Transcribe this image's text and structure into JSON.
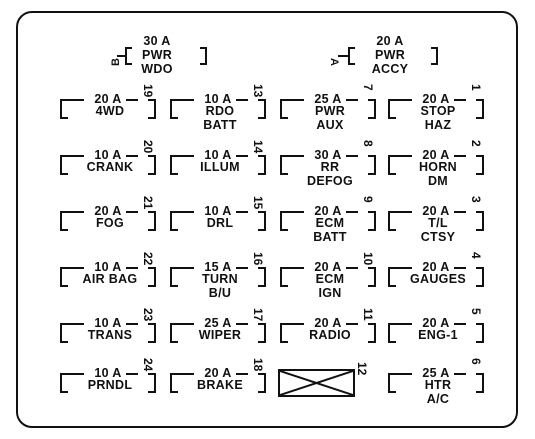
{
  "top_left": {
    "amp": "30 A",
    "name": "PWR",
    "extra": "WDO",
    "side_label": "B"
  },
  "top_right": {
    "amp": "20 A",
    "name": "PWR",
    "extra": "ACCY",
    "side_label": "A"
  },
  "fuses": [
    {
      "id": "19",
      "amp": "20 A",
      "name": "4WD",
      "extra": ""
    },
    {
      "id": "13",
      "amp": "10 A",
      "name": "RDO",
      "extra": "BATT"
    },
    {
      "id": "7",
      "amp": "25 A",
      "name": "PWR",
      "extra": "AUX"
    },
    {
      "id": "1",
      "amp": "20 A",
      "name": "STOP",
      "extra": "HAZ"
    },
    {
      "id": "20",
      "amp": "10 A",
      "name": "CRANK",
      "extra": ""
    },
    {
      "id": "14",
      "amp": "10 A",
      "name": "ILLUM",
      "extra": ""
    },
    {
      "id": "8",
      "amp": "30 A",
      "name": "RR",
      "extra": "DEFOG"
    },
    {
      "id": "2",
      "amp": "20 A",
      "name": "HORN",
      "extra": "DM"
    },
    {
      "id": "21",
      "amp": "20 A",
      "name": "FOG",
      "extra": ""
    },
    {
      "id": "15",
      "amp": "10 A",
      "name": "DRL",
      "extra": ""
    },
    {
      "id": "9",
      "amp": "20 A",
      "name": "ECM",
      "extra": "BATT"
    },
    {
      "id": "3",
      "amp": "20 A",
      "name": "T/L",
      "extra": "CTSY"
    },
    {
      "id": "22",
      "amp": "10 A",
      "name": "AIR BAG",
      "extra": ""
    },
    {
      "id": "16",
      "amp": "15 A",
      "name": "TURN",
      "extra": "B/U"
    },
    {
      "id": "10",
      "amp": "20 A",
      "name": "ECM",
      "extra": "IGN"
    },
    {
      "id": "4",
      "amp": "20 A",
      "name": "GAUGES",
      "extra": ""
    },
    {
      "id": "23",
      "amp": "10 A",
      "name": "TRANS",
      "extra": ""
    },
    {
      "id": "17",
      "amp": "25 A",
      "name": "WIPER",
      "extra": ""
    },
    {
      "id": "11",
      "amp": "20 A",
      "name": "RADIO",
      "extra": ""
    },
    {
      "id": "5",
      "amp": "20 A",
      "name": "ENG-1",
      "extra": ""
    },
    {
      "id": "24",
      "amp": "10 A",
      "name": "PRNDL",
      "extra": ""
    },
    {
      "id": "18",
      "amp": "20 A",
      "name": "BRAKE",
      "extra": ""
    },
    {
      "id": "12",
      "amp": "",
      "name": "",
      "extra": ""
    },
    {
      "id": "6",
      "amp": "25 A",
      "name": "HTR",
      "extra": "A/C"
    }
  ]
}
